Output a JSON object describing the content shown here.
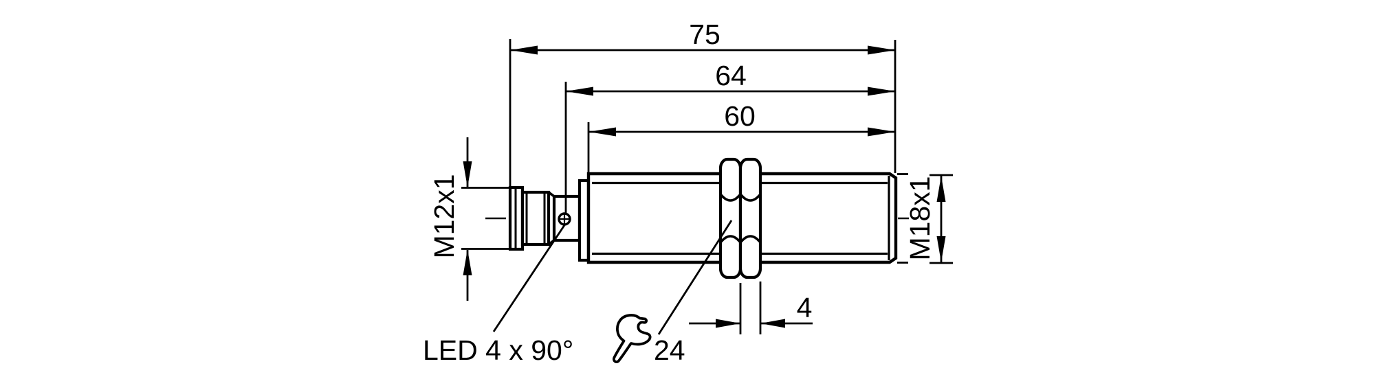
{
  "drawing": {
    "type": "technical-dimension-drawing",
    "subject": "cylindrical inductive sensor, side view",
    "colors": {
      "line": "#000000",
      "background": "#ffffff"
    },
    "labels": {
      "length_overall": "75",
      "length_to_connector_step": "64",
      "length_threaded_body": "60",
      "connector_thread": "M12x1",
      "body_thread": "M18x1",
      "nut_thickness": "4",
      "wrench_size": "24",
      "led_note": "LED 4 x 90°"
    }
  }
}
